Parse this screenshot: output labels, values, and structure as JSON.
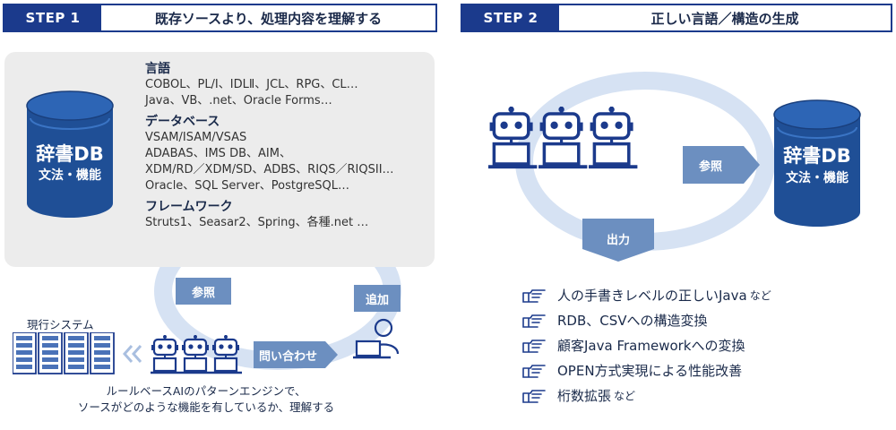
{
  "step1": {
    "tag": "STEP 1",
    "title": "既存ソースより、処理内容を理解する",
    "db": {
      "title": "辞書DB",
      "subtitle": "文法・機能"
    },
    "categories": [
      {
        "heading": "言語",
        "lines": [
          "COBOL、PL/I、IDLⅡ、JCL、RPG、CL…",
          "Java、VB、.net、Oracle Forms…"
        ]
      },
      {
        "heading": "データベース",
        "lines": [
          "VSAM/ISAM/VSAS",
          "ADABAS、IMS DB、AIM、",
          "XDM/RD／XDM/SD、ADBS、RIQS／RIQSII…",
          "Oracle、SQL Server、PostgreSQL…"
        ]
      },
      {
        "heading": "フレームワーク",
        "lines": [
          "Struts1、Seasar2、Spring、各種.net …"
        ]
      }
    ],
    "ref_label": "参照",
    "add_label": "追加",
    "query_label": "問い合わせ",
    "legacy_label": "現行システム",
    "caption_lines": [
      "ルールベースAIのパターンエンジンで、",
      "ソースがどのような機能を有しているか、理解する"
    ]
  },
  "step2": {
    "tag": "STEP 2",
    "title": "正しい言語／構造の生成",
    "db": {
      "title": "辞書DB",
      "subtitle": "文法・機能"
    },
    "ref_label": "参照",
    "output_label": "出力",
    "results": [
      {
        "text": "人の手書きレベルの正しいJava",
        "suffix": "など"
      },
      {
        "text": "RDB、CSVへの構造変換",
        "suffix": ""
      },
      {
        "text": "顧客Java Frameworkへの変換",
        "suffix": ""
      },
      {
        "text": "OPEN方式実現による性能改善",
        "suffix": ""
      },
      {
        "text": "桁数拡張",
        "suffix": "など"
      }
    ]
  },
  "colors": {
    "navy": "#1b3a8c",
    "db_blue": "#1f4f96",
    "tag_blue": "#6c8fc0",
    "ring": "#d6e2f3",
    "gray_box": "#ececec"
  },
  "icons": [
    "database-icon",
    "robot-icon",
    "server-rack-icon",
    "user-laptop-icon",
    "pointing-hand-icon",
    "double-chevron-left-icon"
  ]
}
